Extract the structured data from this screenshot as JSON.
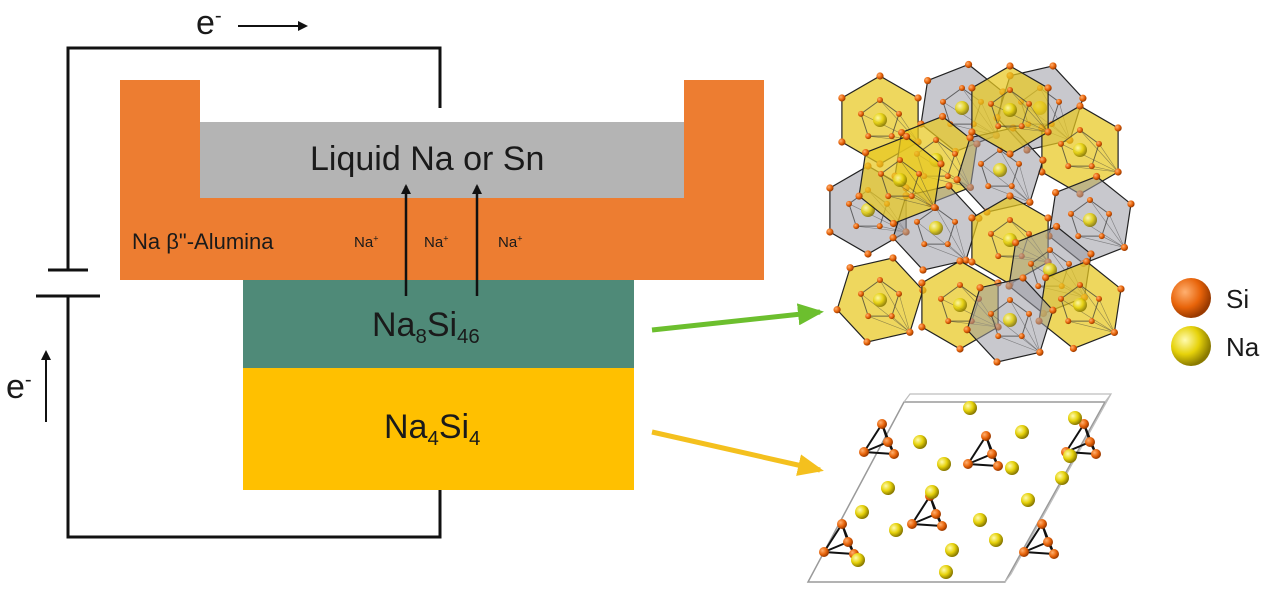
{
  "cell": {
    "electron_symbol": "e",
    "electron_superscript": "-",
    "electrode_label": "Liquid Na or Sn",
    "electrolyte_label": "Na β\"-Alumina",
    "ion_symbol": "Na",
    "ion_superscript": "+",
    "layer_top": {
      "element1": "Na",
      "sub1": "8",
      "element2": "Si",
      "sub2": "46"
    },
    "layer_bottom": {
      "element1": "Na",
      "sub1": "4",
      "element2": "Si",
      "sub2": "4"
    }
  },
  "legend": [
    {
      "label": "Si",
      "color": "#e8640a"
    },
    {
      "label": "Na",
      "color": "#d4d400"
    }
  ],
  "colors": {
    "alumina": "#ed7d31",
    "liquid": "#b4b4b4",
    "clathrate_layer": "#4f8a78",
    "zintl_layer": "#ffc000",
    "arrow_green": "#6cbf2e",
    "arrow_yellow": "#f4c01e",
    "si_atom": "#e8640a",
    "na_atom": "#e6d20a",
    "cage_yellow": "#e8c820",
    "cage_gray": "#9a9aa4"
  }
}
